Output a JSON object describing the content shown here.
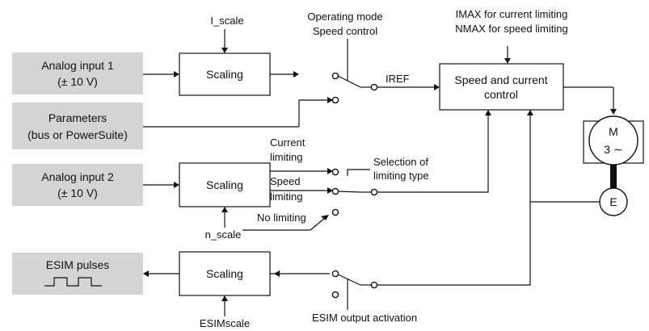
{
  "inputs": {
    "analog1": [
      "Analog input 1",
      "(± 10 V)"
    ],
    "parameters": [
      "Parameters",
      "(bus or PowerSuite)"
    ],
    "analog2": [
      "Analog input 2",
      "(± 10 V)"
    ],
    "esim": "ESIM pulses"
  },
  "blocks": {
    "scaling_top": "Scaling",
    "scaling_mid": "Scaling",
    "scaling_bottom": "Scaling",
    "control": [
      "Speed and current",
      "control"
    ]
  },
  "labels": {
    "i_scale": "I_scale",
    "n_scale": "n_scale",
    "esim_scale": "ESIMscale",
    "operating_mode": [
      "Operating mode",
      "Speed control"
    ],
    "limits": [
      "IMAX for current limiting",
      "NMAX for speed limiting"
    ],
    "iref": "IREF",
    "current_limiting": [
      "Current",
      "limiting"
    ],
    "speed_limiting": [
      "Speed",
      "limiting"
    ],
    "no_limiting": "No limiting",
    "selection": [
      "Selection of",
      "limiting type"
    ],
    "esim_activation": "ESIM output activation"
  },
  "motor": {
    "letter": "M",
    "phase": "3 ∼"
  },
  "encoder": "E"
}
